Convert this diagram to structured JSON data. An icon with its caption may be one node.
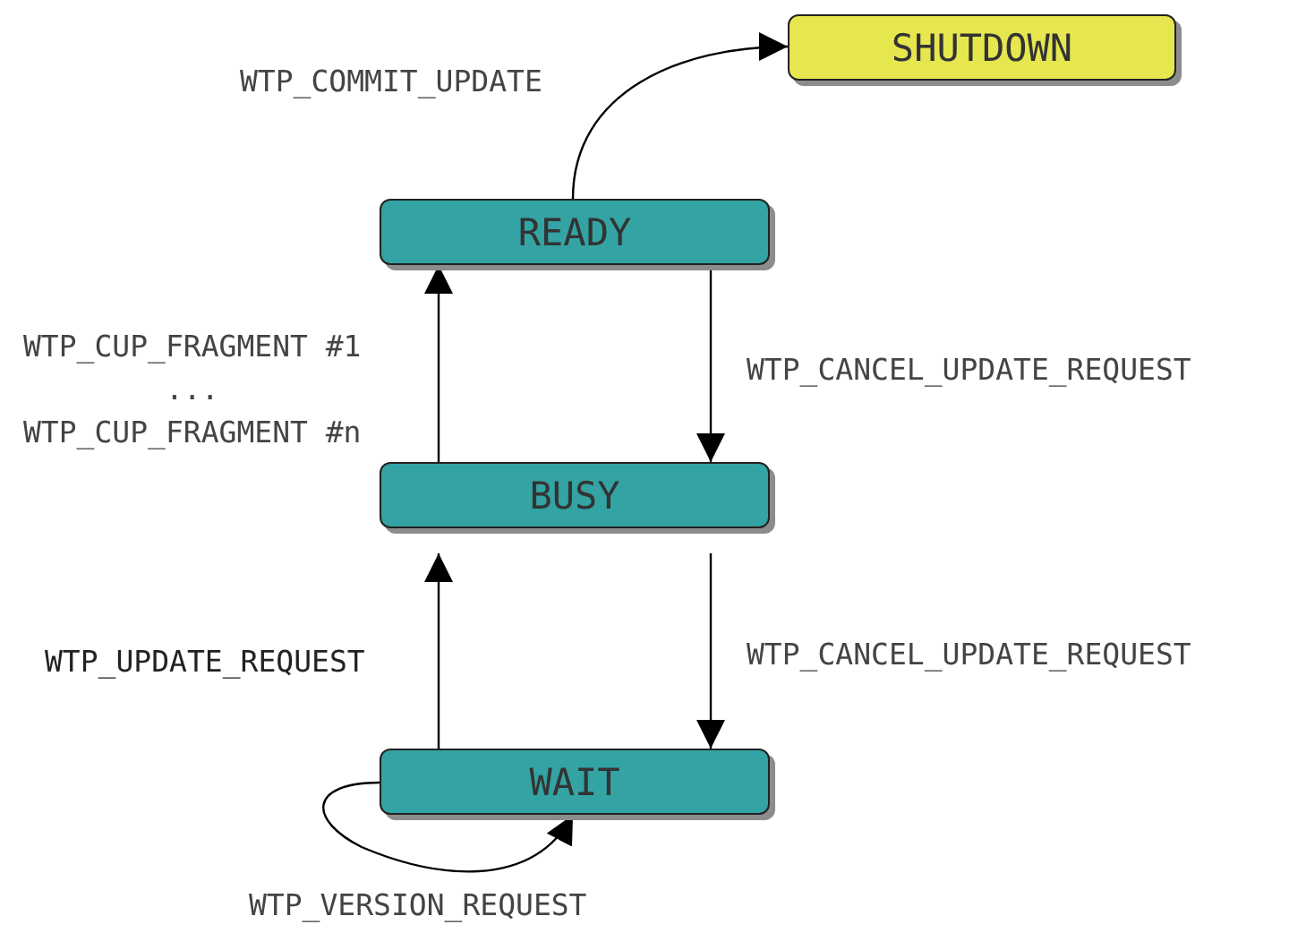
{
  "diagram": {
    "nodes": [
      {
        "text": [
          "SHUTDOWN"
        ]
      },
      {
        "text": [
          "READY"
        ]
      },
      {
        "text": [
          "BUSY"
        ]
      },
      {
        "text": [
          "WAIT"
        ]
      }
    ],
    "edges": [
      {
        "from": 1,
        "to": 0,
        "arrow": "to",
        "label": "WTP_COMMIT_UPDATE"
      },
      {
        "from": 2,
        "to": 1,
        "arrow": "to",
        "label": "WTP_CUP_FRAGMENT #1 ... WTP_CUP_FRAGMENT #n"
      },
      {
        "from": 1,
        "to": 2,
        "arrow": "to",
        "label": "WTP_CANCEL_UPDATE_REQUEST"
      },
      {
        "from": 3,
        "to": 2,
        "arrow": "to",
        "label": "WTP_UPDATE_REQUEST"
      },
      {
        "from": 2,
        "to": 3,
        "arrow": "to",
        "label": "WTP_CANCEL_UPDATE_REQUEST"
      },
      {
        "from": 3,
        "to": 3,
        "arrow": "to",
        "label": "WTP_VERSION_REQUEST"
      }
    ]
  }
}
